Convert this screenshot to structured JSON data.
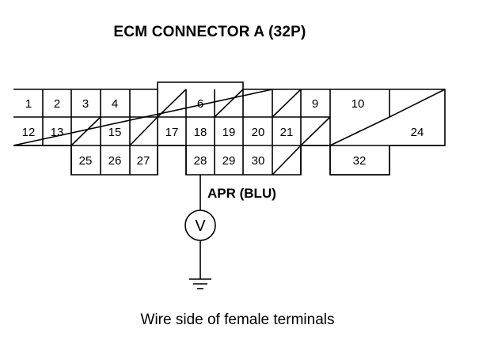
{
  "title": "ECM CONNECTOR A (32P)",
  "caption": "Wire side of female terminals",
  "wire_label": "APR (BLU)",
  "meter_symbol": "V",
  "connector": {
    "row1": [
      {
        "id": "c1",
        "label": "1"
      },
      {
        "id": "c2",
        "label": "2"
      },
      {
        "id": "c3",
        "label": "3"
      },
      {
        "id": "c4",
        "label": "4"
      },
      {
        "id": "c5",
        "label": ""
      },
      {
        "id": "c6",
        "label": "6"
      },
      {
        "id": "c7",
        "label": ""
      },
      {
        "id": "c8",
        "label": ""
      },
      {
        "id": "c9",
        "label": "9"
      },
      {
        "id": "c10",
        "label": "10"
      },
      {
        "id": "c11",
        "label": ""
      }
    ],
    "row2": [
      {
        "id": "c12",
        "label": "12"
      },
      {
        "id": "c13",
        "label": "13"
      },
      {
        "id": "c14",
        "label": ""
      },
      {
        "id": "c15",
        "label": "15"
      },
      {
        "id": "c16",
        "label": ""
      },
      {
        "id": "c17",
        "label": "17"
      },
      {
        "id": "c18",
        "label": "18"
      },
      {
        "id": "c19",
        "label": "19"
      },
      {
        "id": "c20",
        "label": "20"
      },
      {
        "id": "c21",
        "label": "21"
      },
      {
        "id": "c22",
        "label": ""
      },
      {
        "id": "c23",
        "label": ""
      },
      {
        "id": "c24",
        "label": "24"
      }
    ],
    "row3": [
      {
        "id": "c25",
        "label": "25"
      },
      {
        "id": "c26",
        "label": "26"
      },
      {
        "id": "c27",
        "label": "27"
      },
      {
        "id": "c28",
        "label": "28"
      },
      {
        "id": "c29",
        "label": "29"
      },
      {
        "id": "c30",
        "label": "30"
      },
      {
        "id": "c31",
        "label": ""
      },
      {
        "id": "c32",
        "label": "32"
      }
    ]
  }
}
